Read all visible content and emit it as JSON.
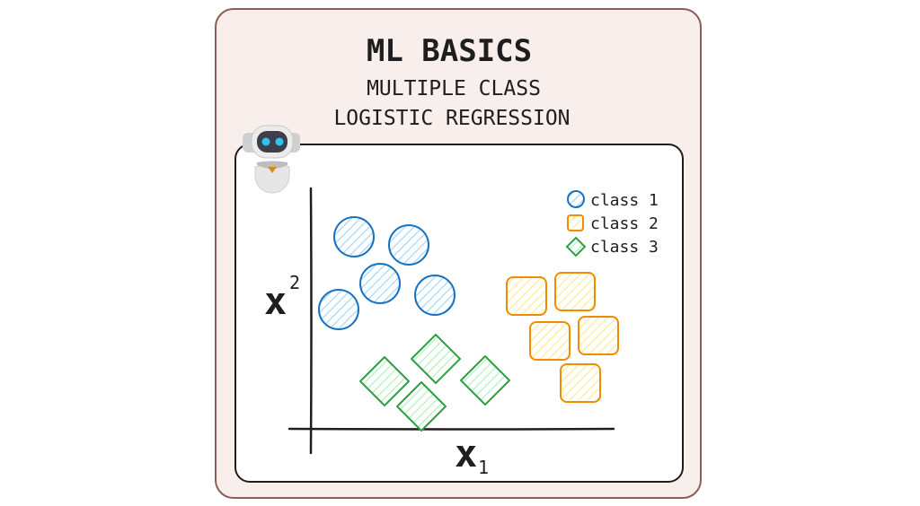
{
  "title": "ML BASICS",
  "subtitle_line1": "MULTIPLE CLASS",
  "subtitle_line2": "LOGISTIC REGRESSION",
  "axes": {
    "x_label": "x",
    "x_sub": "1",
    "y_label": "x",
    "y_sub": "2"
  },
  "legend": [
    {
      "label": "class 1",
      "shape": "circle",
      "color": "#1971c2"
    },
    {
      "label": "class 2",
      "shape": "square",
      "color": "#f08c00"
    },
    {
      "label": "class 3",
      "shape": "diamond",
      "color": "#2f9e44"
    }
  ],
  "colors": {
    "card_bg": "#f8eeeb",
    "card_border": "#8c5e55",
    "ink": "#1e1e1e"
  },
  "mascot_icon": "robot-icon"
}
